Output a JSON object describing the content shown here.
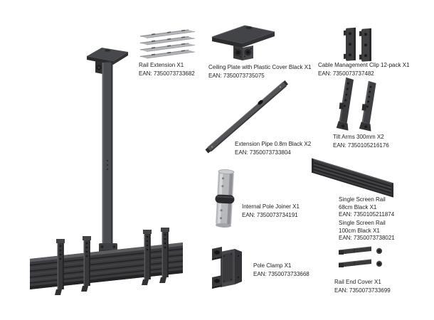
{
  "colors": {
    "component_dark": "#3a3a3d",
    "component_mid": "#4f5054",
    "component_silver": "#b6b8bb",
    "background": "#ffffff",
    "label_text": "#1d1d1f"
  },
  "components": {
    "rail_extension": {
      "name": "Rail Extension X1",
      "ean": "EAN: 7350073733682"
    },
    "ceiling_plate": {
      "name": "Ceiling Plate with Plastic Cover Black X1",
      "ean": "EAN: 7350073735075"
    },
    "cable_clip": {
      "name": "Cable Management Clip 12-pack X1",
      "ean": "EAN: 7350073737482"
    },
    "extension_pipe": {
      "name": "Extension Pipe 0.8m Black X2",
      "ean": "EAN: 7350073733804"
    },
    "tilt_arms": {
      "name": "Tilt Arms 300mm X2",
      "ean": "EAN: 7350105216176"
    },
    "pole_joiner": {
      "name": "Internal Pole Joiner X1",
      "ean": "EAN: 7350073734191"
    },
    "screen_rail_68": {
      "name": "Single Screen Rail",
      "size": "68cm Black X1",
      "ean": "EAN: 7350105211874"
    },
    "screen_rail_100": {
      "name": "Single Screen Rail",
      "size": "100cm Black X1",
      "ean": "EAN: 7350073738021"
    },
    "pole_clamp": {
      "name": "Pole Clamp X1",
      "ean": "EAN: 7350073733668"
    },
    "rail_end_cover": {
      "name": "Rail End Cover X1",
      "ean": "EAN: 7350073733699"
    }
  }
}
